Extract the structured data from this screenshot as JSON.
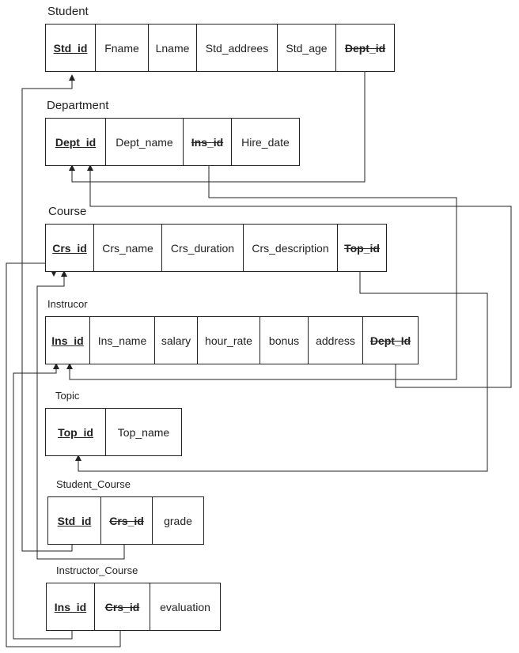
{
  "tables": {
    "student": {
      "title": "Student",
      "fields": [
        {
          "label": "Std_id",
          "key": "pk"
        },
        {
          "label": "Fname",
          "key": ""
        },
        {
          "label": "Lname",
          "key": ""
        },
        {
          "label": "Std_addrees",
          "key": ""
        },
        {
          "label": "Std_age",
          "key": ""
        },
        {
          "label": "Dept_id",
          "key": "fk"
        }
      ]
    },
    "department": {
      "title": "Department",
      "fields": [
        {
          "label": "Dept_id",
          "key": "pk"
        },
        {
          "label": "Dept_name",
          "key": ""
        },
        {
          "label": "Ins_id",
          "key": "fk"
        },
        {
          "label": "Hire_date",
          "key": ""
        }
      ]
    },
    "course": {
      "title": "Course",
      "fields": [
        {
          "label": "Crs_id",
          "key": "pk"
        },
        {
          "label": "Crs_name",
          "key": ""
        },
        {
          "label": "Crs_duration",
          "key": ""
        },
        {
          "label": "Crs_description",
          "key": ""
        },
        {
          "label": "Top_id",
          "key": "fk"
        }
      ]
    },
    "instructor": {
      "title": "Instrucor",
      "fields": [
        {
          "label": "Ins_id",
          "key": "pk"
        },
        {
          "label": "Ins_name",
          "key": ""
        },
        {
          "label": "salary",
          "key": ""
        },
        {
          "label": "hour_rate",
          "key": ""
        },
        {
          "label": "bonus",
          "key": ""
        },
        {
          "label": "address",
          "key": ""
        },
        {
          "label": "Dept_Id",
          "key": "fk"
        }
      ]
    },
    "topic": {
      "title": "Topic",
      "fields": [
        {
          "label": "Top_id",
          "key": "pk"
        },
        {
          "label": "Top_name",
          "key": ""
        }
      ]
    },
    "student_course": {
      "title": "Student_Course",
      "fields": [
        {
          "label": "Std_id",
          "key": "pk"
        },
        {
          "label": "Crs_id",
          "key": "fk"
        },
        {
          "label": "grade",
          "key": ""
        }
      ]
    },
    "instructor_course": {
      "title": "Instructor_Course",
      "fields": [
        {
          "label": "Ins_id",
          "key": "pk"
        },
        {
          "label": "Crs_id",
          "key": "fk"
        },
        {
          "label": "evaluation",
          "key": ""
        }
      ]
    }
  },
  "relationships": [
    {
      "from": "Student.Dept_id",
      "to": "Department.Dept_id"
    },
    {
      "from": "Department.Ins_id",
      "to": "Instrucor.Ins_id"
    },
    {
      "from": "Instrucor.Dept_Id",
      "to": "Department.Dept_id"
    },
    {
      "from": "Course.Top_id",
      "to": "Topic.Top_id"
    },
    {
      "from": "Student_Course.Std_id",
      "to": "Student.Std_id"
    },
    {
      "from": "Student_Course.Crs_id",
      "to": "Course.Crs_id"
    },
    {
      "from": "Instructor_Course.Ins_id",
      "to": "Instrucor.Ins_id"
    },
    {
      "from": "Instructor_Course.Crs_id",
      "to": "Course.Crs_id"
    }
  ],
  "colors": {
    "line": "#222222",
    "text": "#222222",
    "background": "#ffffff"
  }
}
